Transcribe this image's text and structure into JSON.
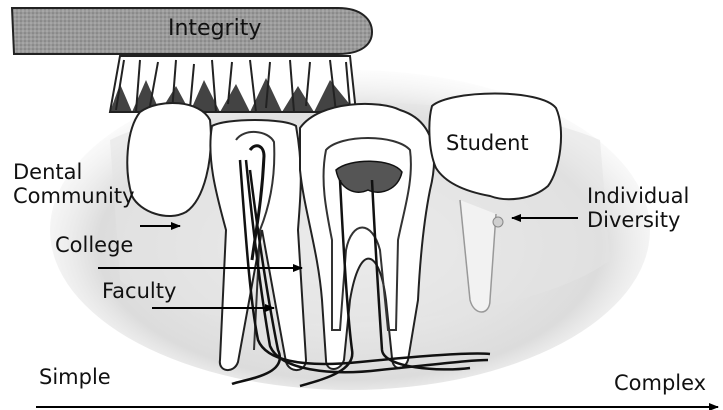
{
  "diagram": {
    "brush_label": "Integrity",
    "labels": {
      "student": "Student",
      "dental_community": "Dental\nCommunity",
      "college": "College",
      "faculty": "Faculty",
      "individual_diversity": "Individual\nDiversity"
    },
    "axis": {
      "start": "Simple",
      "end": "Complex"
    }
  }
}
